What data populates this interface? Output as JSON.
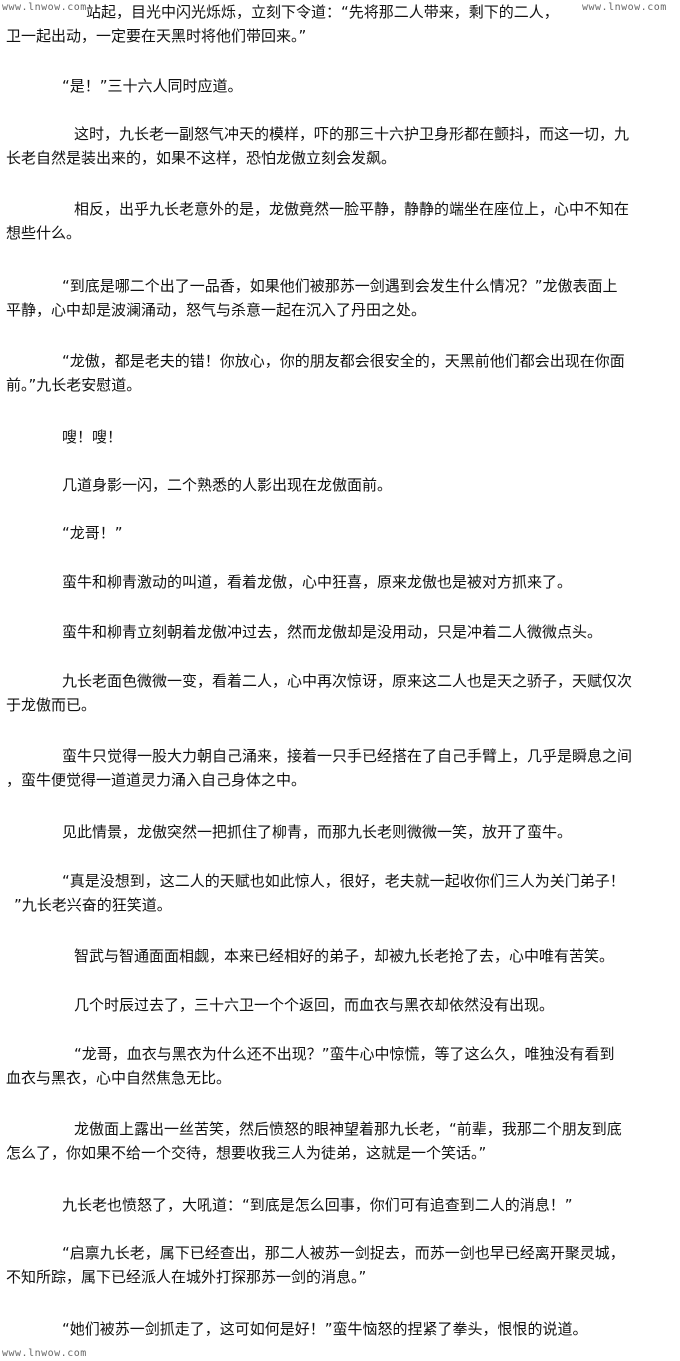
{
  "watermarks": {
    "top_left": "www.lnwow.com",
    "top_right": "www.lnwow.com",
    "bottom_left": "www.lnwow.com"
  },
  "paragraphs": [
    {
      "lines": [
        "站起，目光中闪光烁烁，立刻下令道：“先将那二人带来，剩下的二人，",
        "卫一起出动，一定要在天黑时将他们带回来。”"
      ]
    },
    {
      "lines": [
        "“是！”三十六人同时应道。"
      ]
    },
    {
      "lines": [
        "这时，九长老一副怒气冲天的模样，吓的那三十六护卫身形都在颤抖，而这一切，九",
        "长老自然是装出来的，如果不这样，恐怕龙傲立刻会发飙。"
      ]
    },
    {
      "lines": [
        "相反，出乎九长老意外的是，龙傲竟然一脸平静，静静的端坐在座位上，心中不知在",
        "想些什么。"
      ]
    },
    {
      "lines": [
        "“到底是哪二个出了一品香，如果他们被那苏一剑遇到会发生什么情况？”龙傲表面上",
        "平静，心中却是波澜涌动，怒气与杀意一起在沉入了丹田之处。"
      ]
    },
    {
      "lines": [
        "“龙傲，都是老夫的错！你放心，你的朋友都会很安全的，天黑前他们都会出现在你面",
        "前。”九长老安慰道。"
      ]
    },
    {
      "lines": [
        "嗖！嗖！"
      ]
    },
    {
      "lines": [
        "几道身影一闪，二个熟悉的人影出现在龙傲面前。"
      ]
    },
    {
      "lines": [
        "“龙哥！”"
      ]
    },
    {
      "lines": [
        "蛮牛和柳青激动的叫道，看着龙傲，心中狂喜，原来龙傲也是被对方抓来了。"
      ]
    },
    {
      "lines": [
        "蛮牛和柳青立刻朝着龙傲冲过去，然而龙傲却是没用动，只是冲着二人微微点头。"
      ]
    },
    {
      "lines": [
        "九长老面色微微一变，看着二人，心中再次惊讶，原来这二人也是天之骄子，天赋仅次",
        "于龙傲而已。"
      ]
    },
    {
      "lines": [
        "蛮牛只觉得一股大力朝自己涌来，接着一只手已经搭在了自己手臂上，几乎是瞬息之间",
        "，蛮牛便觉得一道道灵力涌入自己身体之中。"
      ]
    },
    {
      "lines": [
        "见此情景，龙傲突然一把抓住了柳青，而那九长老则微微一笑，放开了蛮牛。"
      ]
    },
    {
      "lines": [
        "“真是没想到，这二人的天赋也如此惊人，很好，老夫就一起收你们三人为关门弟子！",
        "”九长老兴奋的狂笑道。"
      ]
    },
    {
      "lines": [
        "智武与智通面面相觑，本来已经相好的弟子，却被九长老抢了去，心中唯有苦笑。"
      ]
    },
    {
      "lines": [
        "几个时辰过去了，三十六卫一个个返回，而血衣与黑衣却依然没有出现。"
      ]
    },
    {
      "lines": [
        "“龙哥，血衣与黑衣为什么还不出现？”蛮牛心中惊慌，等了这么久，唯独没有看到",
        "血衣与黑衣，心中自然焦急无比。"
      ]
    },
    {
      "lines": [
        "龙傲面上露出一丝苦笑，然后愤怒的眼神望着那九长老，“前辈，我那二个朋友到底",
        "怎么了，你如果不给一个交待，想要收我三人为徒弟，这就是一个笑话。”"
      ]
    },
    {
      "lines": [
        "九长老也愤怒了，大吼道：“到底是怎么回事，你们可有追查到二人的消息！”"
      ]
    },
    {
      "lines": [
        "“启禀九长老，属下已经查出，那二人被苏一剑捉去，而苏一剑也早已经离开聚灵城，",
        "不知所踪，属下已经派人在城外打探那苏一剑的消息。”"
      ]
    },
    {
      "lines": [
        "“她们被苏一剑抓走了，这可如何是好！”蛮牛恼怒的捏紧了拳头，恨恨的说道。"
      ]
    }
  ]
}
